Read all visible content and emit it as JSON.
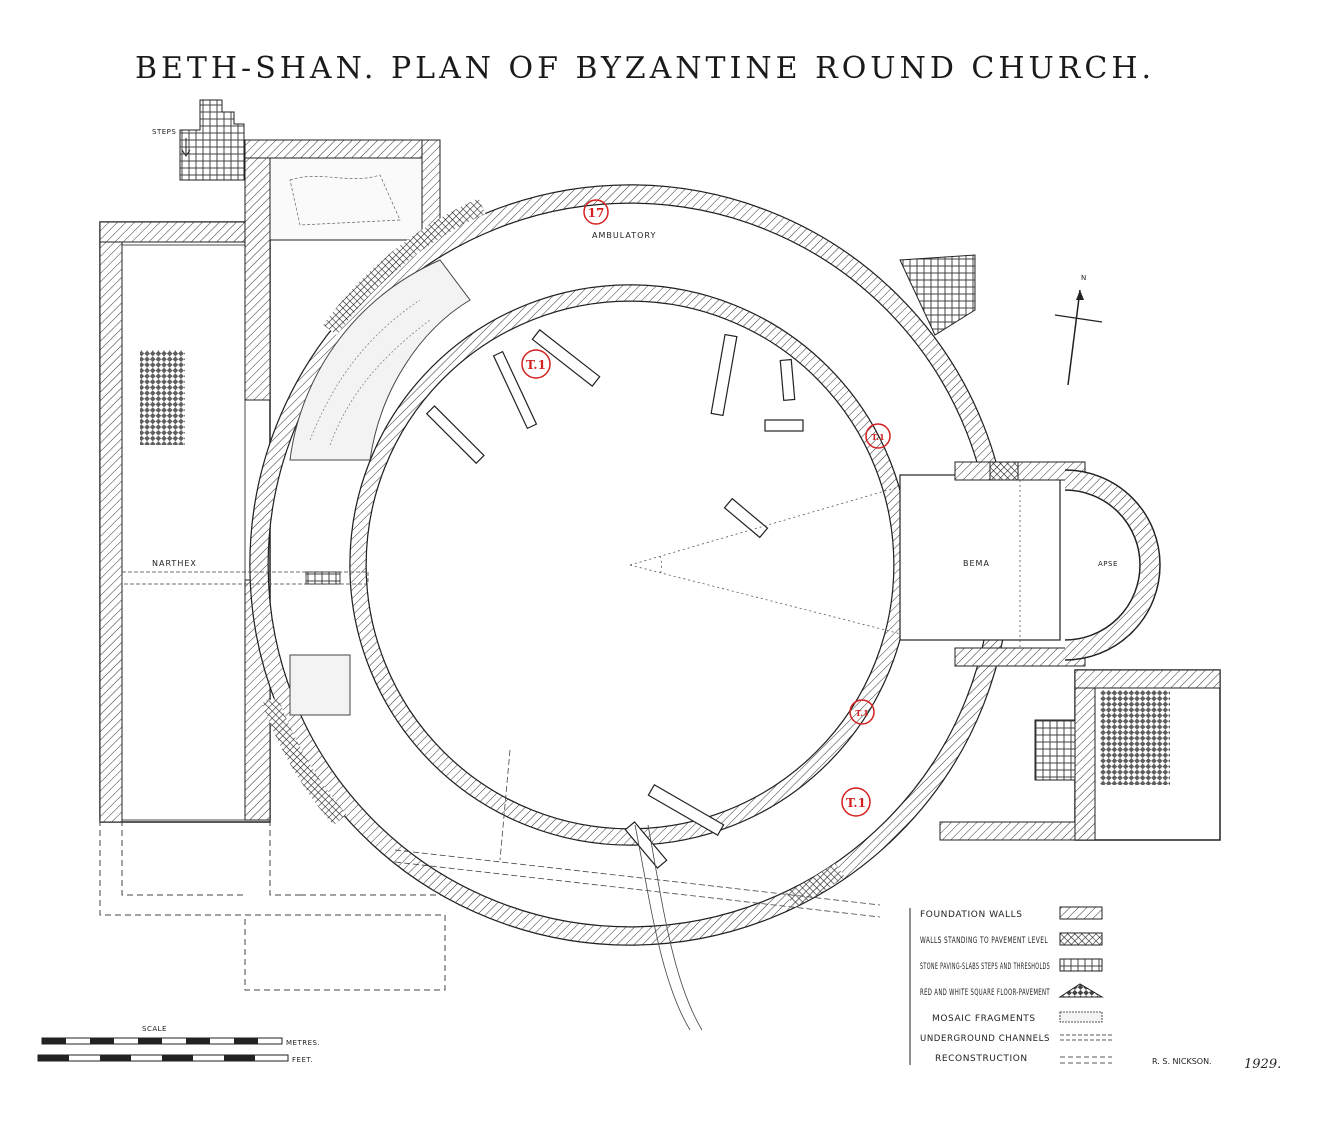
{
  "title": "BETH-SHAN.  PLAN  OF  BYZANTINE  ROUND  CHURCH.",
  "labels": {
    "ambulatory": "AMBULATORY",
    "narthex": "NARTHEX",
    "bema": "BEMA",
    "apse": "APSE",
    "steps": "STEPS",
    "north": "N"
  },
  "markers": [
    {
      "id": "marker-17",
      "text": "17"
    },
    {
      "id": "marker-t1-upper",
      "text": "T.1"
    },
    {
      "id": "marker-t1-lower",
      "text": "T.1"
    },
    {
      "id": "marker-east-small",
      "text": "T.1"
    },
    {
      "id": "marker-southeast-small",
      "text": "T.1"
    }
  ],
  "legend": [
    {
      "label": "FOUNDATION WALLS",
      "pattern": "hatch"
    },
    {
      "label": "WALLS STANDING TO PAVEMENT LEVEL",
      "pattern": "crosshatch"
    },
    {
      "label": "STONE PAVING-SLABS STEPS AND THRESHOLDS",
      "pattern": "slabs"
    },
    {
      "label": "RED AND WHITE SQUARE FLOOR-PAVEMENT",
      "pattern": "diamond"
    },
    {
      "label": "MOSAIC FRAGMENTS",
      "pattern": "mosaic"
    },
    {
      "label": "UNDERGROUND CHANNELS",
      "pattern": "channel"
    },
    {
      "label": "RECONSTRUCTION",
      "pattern": "dashed"
    }
  ],
  "scale": {
    "heading": "SCALE",
    "metres_label": "METRES.",
    "feet_label": "FEET."
  },
  "signature": {
    "name": "R. S. NICKSON.",
    "year": "1929."
  },
  "colors": {
    "ink": "#222222",
    "marker": "#d42020",
    "paper": "#ffffff"
  }
}
